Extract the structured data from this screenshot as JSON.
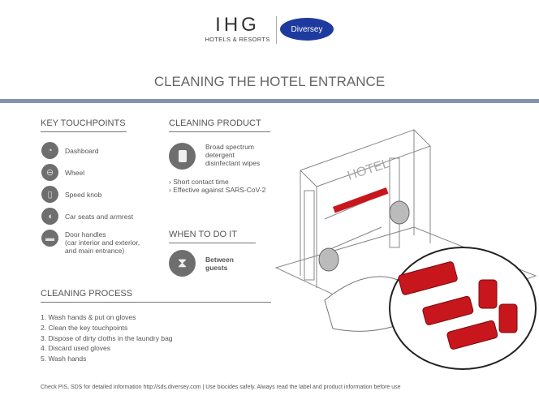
{
  "header": {
    "ihg": "IHG",
    "ihg_sub": "HOTELS & RESORTS",
    "diversey": "Diversey"
  },
  "title": "CLEANING THE HOTEL ENTRANCE",
  "touchpoints": {
    "heading": "KEY TOUCHPOINTS",
    "items": [
      {
        "icon": "dashboard-icon",
        "label": "Dashboard"
      },
      {
        "icon": "steering-wheel-icon",
        "label": "Wheel"
      },
      {
        "icon": "gear-knob-icon",
        "label": "Speed knob"
      },
      {
        "icon": "car-seat-icon",
        "label": "Car seats and armrest"
      },
      {
        "icon": "car-icon",
        "label": "Door handles\n(car interior and exterior,\nand main entrance)"
      }
    ]
  },
  "product": {
    "heading": "CLEANING PRODUCT",
    "name": "Broad spectrum detergent disinfectant wipes",
    "bullets": [
      "Short contact time",
      "Effective against  SARS-CoV-2"
    ]
  },
  "when": {
    "heading": "WHEN TO DO IT",
    "text": "Between guests"
  },
  "process": {
    "heading": "CLEANING PROCESS",
    "steps": [
      "1.   Wash hands & put on gloves",
      "2.   Clean the key touchpoints",
      "3.   Dispose of dirty cloths in the laundry bag",
      "4.   Discard used gloves",
      "5.   Wash hands"
    ]
  },
  "illustration": {
    "sign": "HOTEL",
    "accent": "#c8161d"
  },
  "footer": "Check PIS, SDS for detailed information http://sds.diversey.com | Use biocides safely. Always read the label and product information before use"
}
